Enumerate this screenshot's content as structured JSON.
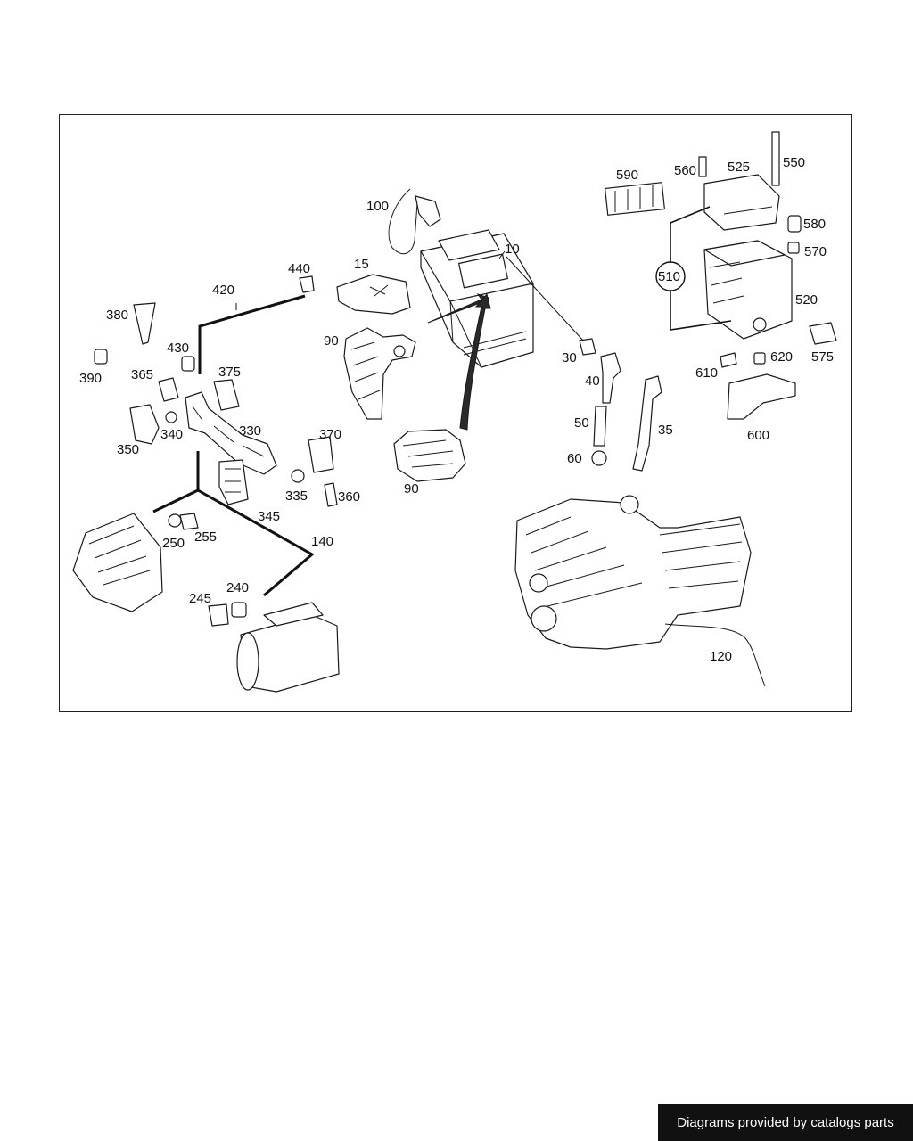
{
  "diagram": {
    "callouts": [
      "10",
      "15",
      "30",
      "35",
      "40",
      "50",
      "60",
      "90",
      "90",
      "100",
      "120",
      "140",
      "245",
      "240",
      "250",
      "255",
      "330",
      "335",
      "340",
      "345",
      "350",
      "360",
      "365",
      "370",
      "375",
      "380",
      "390",
      "420",
      "430",
      "440",
      "510",
      "520",
      "525",
      "550",
      "560",
      "570",
      "575",
      "580",
      "590",
      "600",
      "610",
      "620"
    ]
  },
  "footer": {
    "text": "Diagrams provided by catalogs parts"
  },
  "colors": {
    "line": "#1a1a1a",
    "background": "#ffffff",
    "badge": "#111111"
  }
}
